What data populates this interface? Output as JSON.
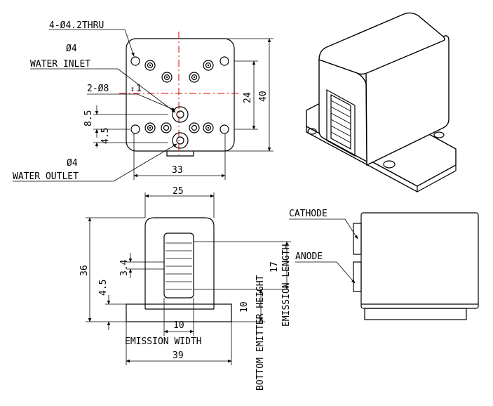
{
  "top_view": {
    "holes_label": "4-Ø4.2THRU",
    "inlet_dia": "Ø4",
    "inlet_label": "WATER INLET",
    "counterbore_label": "2-Ø8",
    "counterbore_depth": "1",
    "outlet_dia": "Ø4",
    "outlet_label": "WATER OUTLET",
    "dim_24": "24",
    "dim_40": "40",
    "dim_8_5": "8.5",
    "dim_4_5": "4.5",
    "dim_33": "33"
  },
  "front_view": {
    "dim_25": "25",
    "dim_36": "36",
    "dim_4_5": "4.5",
    "dim_3_4": "3.4",
    "dim_10_width": "10",
    "emission_width": "EMISSION WIDTH",
    "dim_39": "39",
    "dim_10_height": "10",
    "bottom_emitter_height": "BOTTOM EMITTER HEIGHT",
    "dim_17": "17",
    "emission_length": "EMISSION LENGTH"
  },
  "side_view": {
    "cathode": "CATHODE",
    "anode": "ANODE"
  },
  "colors": {
    "centerline": "#d00000",
    "ink": "#000000"
  }
}
